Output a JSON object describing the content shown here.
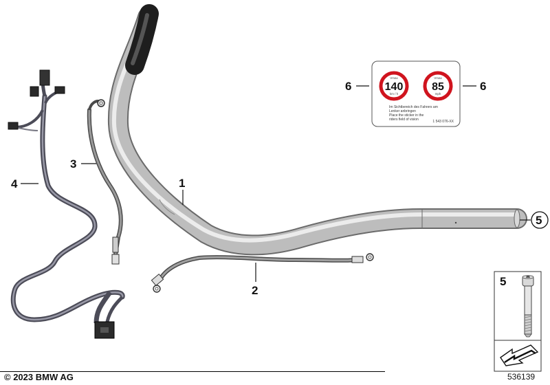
{
  "diagram": {
    "callouts": {
      "handlebar": "1",
      "lower_brake_line": "2",
      "upper_brake_line": "3",
      "wiring_harness": "4",
      "screw": "5",
      "sticker": "6"
    },
    "inset_screw_label": "5",
    "sticker": {
      "left_sign": {
        "top": "Vmax",
        "value": "140",
        "unit": "km / h"
      },
      "right_sign": {
        "top": "Vmax",
        "value": "85",
        "unit": "mph"
      },
      "text_lines": [
        "Im Sichtbereich des Fahrers am",
        "Lenker anbringen",
        "Place the sticker in the",
        "riders field of vision"
      ],
      "part_number": "1 543 076-XX"
    },
    "colors": {
      "sticker_ring": "#d0141e",
      "handlebar_light": "#e6e6e6",
      "handlebar_dark": "#6e6e6e",
      "hose": "#7a7a7a"
    }
  },
  "footer": {
    "copyright": "© 2023 BMW AG",
    "diagram_id": "536139"
  }
}
